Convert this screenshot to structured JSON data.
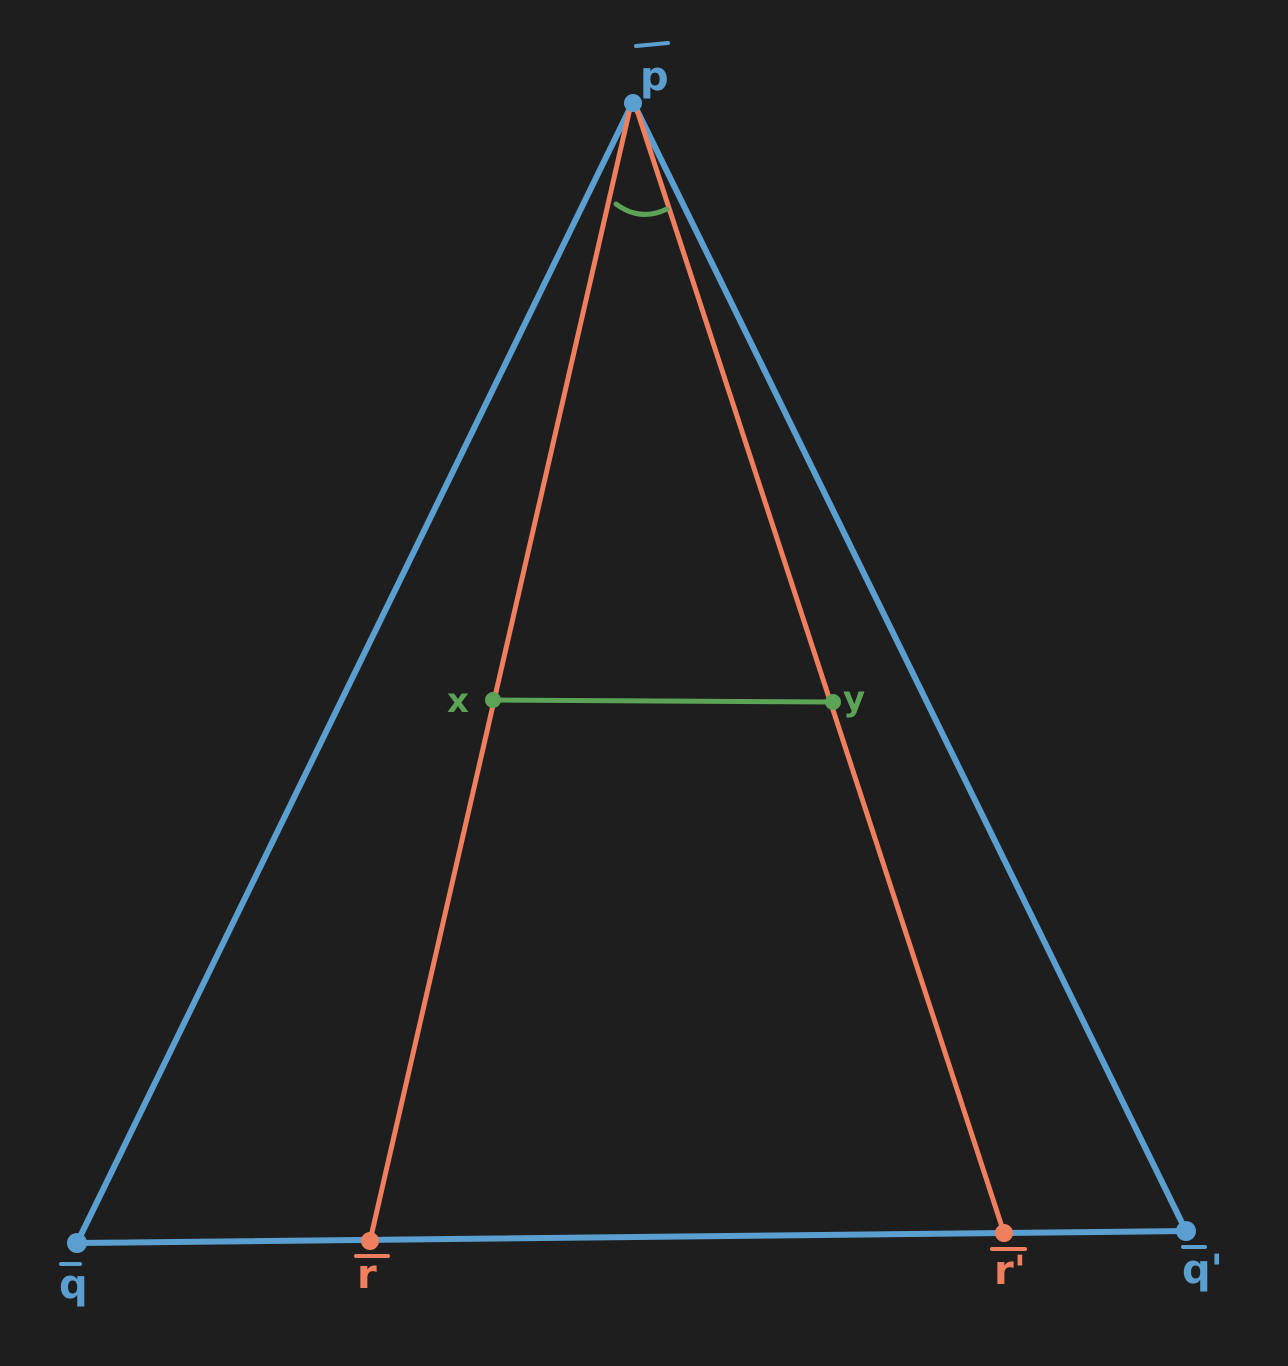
{
  "colors": {
    "background": "#1e1e1e",
    "blue": "#5a9fd0",
    "orange": "#ef7f5e",
    "green": "#5da357"
  },
  "labels": {
    "p": "p",
    "q": "q",
    "q_prime": "q'",
    "r": "r",
    "r_prime": "r'",
    "x": "x",
    "y": "y"
  }
}
